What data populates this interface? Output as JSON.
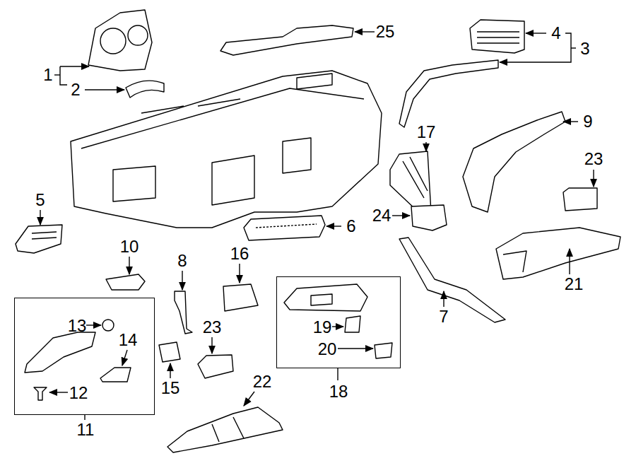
{
  "diagram": {
    "nodes": [
      {
        "text": [
          "13",
          "14",
          "12",
          "11"
        ]
      },
      {
        "text": [
          "19",
          "20",
          "18"
        ]
      }
    ],
    "edges": [],
    "labels": [
      "25",
      "4",
      "1",
      "3",
      "2",
      "9",
      "17",
      "23",
      "5",
      "24",
      "6",
      "10",
      "21",
      "8",
      "16",
      "23",
      "7",
      "15",
      "22"
    ]
  }
}
